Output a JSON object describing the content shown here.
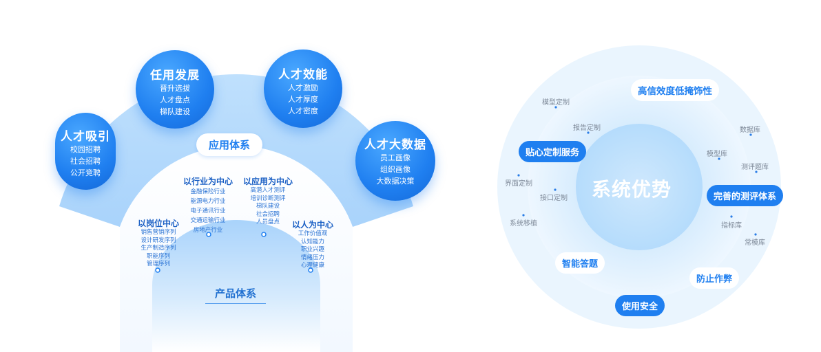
{
  "left": {
    "circles": [
      {
        "title": "人才吸引",
        "items": [
          "校园招聘",
          "社会招聘",
          "公开竞聘"
        ]
      },
      {
        "title": "任用发展",
        "items": [
          "晋升选拔",
          "人才盘点",
          "梯队建设"
        ]
      },
      {
        "title": "人才效能",
        "items": [
          "人才激励",
          "人才厚度",
          "人才密度"
        ]
      },
      {
        "title": "人才大数据",
        "items": [
          "员工画像",
          "组织画像",
          "大数据决策"
        ]
      }
    ],
    "app_label": "应用体系",
    "product_label": "产品体系",
    "groups": [
      {
        "title": "以岗位中心",
        "items": [
          "销售营销序列",
          "设计研发序列",
          "生产制造序列",
          "职能序列",
          "管理序列"
        ]
      },
      {
        "title": "以行业为中心",
        "items": [
          "金融保险行业",
          "能源电力行业",
          "电子通讯行业",
          "交通运输行业",
          "房地产行业"
        ]
      },
      {
        "title": "以应用为中心",
        "items": [
          "高潜人才测评",
          "培训诊断测评",
          "梯队建设",
          "社会招聘",
          "人员盘点"
        ]
      },
      {
        "title": "以人为中心",
        "items": [
          "工作价值观",
          "认知能力",
          "职业兴趣",
          "情绪压力",
          "心理健康"
        ]
      }
    ]
  },
  "right": {
    "center": "系统优势",
    "blue_labels": [
      "贴心定制服务",
      "完善的测评体系",
      "使用安全"
    ],
    "white_labels": [
      "高信效度低掩饰性",
      "智能答题",
      "防止作弊"
    ],
    "gray_labels": [
      "模型定制",
      "报告定制",
      "界面定制",
      "接口定制",
      "系统移植",
      "数据库",
      "模型库",
      "测评题库",
      "指标库",
      "常模库"
    ]
  },
  "colors": {
    "primary": "#1f7ff0",
    "light": "#a9d3fb",
    "bg_ring": "#eaf5fe"
  }
}
